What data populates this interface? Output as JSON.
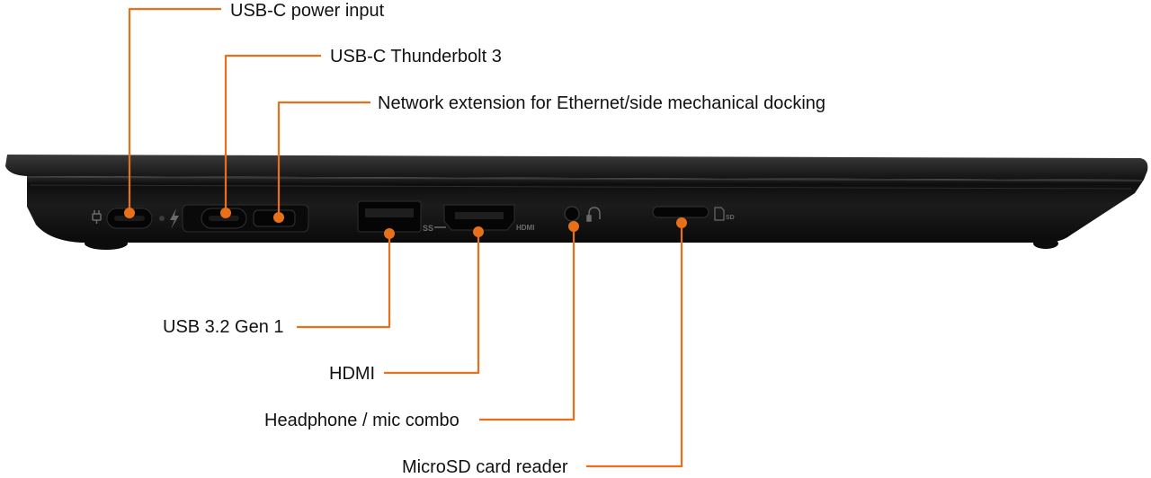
{
  "diagram": {
    "callouts": {
      "usb_c_power": "USB-C power input",
      "usb_c_thunderbolt": "USB-C Thunderbolt 3",
      "network_extension": "Network extension for Ethernet/side mechanical docking",
      "usb_32": "USB 3.2 Gen 1",
      "hdmi": "HDMI",
      "audio_combo": "Headphone / mic combo",
      "microsd": "MicroSD card reader"
    },
    "port_markings": {
      "ss_logo": "SS",
      "hdmi_text": "HDMI",
      "sd_text": "SD"
    },
    "colors": {
      "callout_line": "#e8701a",
      "laptop_body": "#141414",
      "port_hole": "#050505"
    }
  }
}
